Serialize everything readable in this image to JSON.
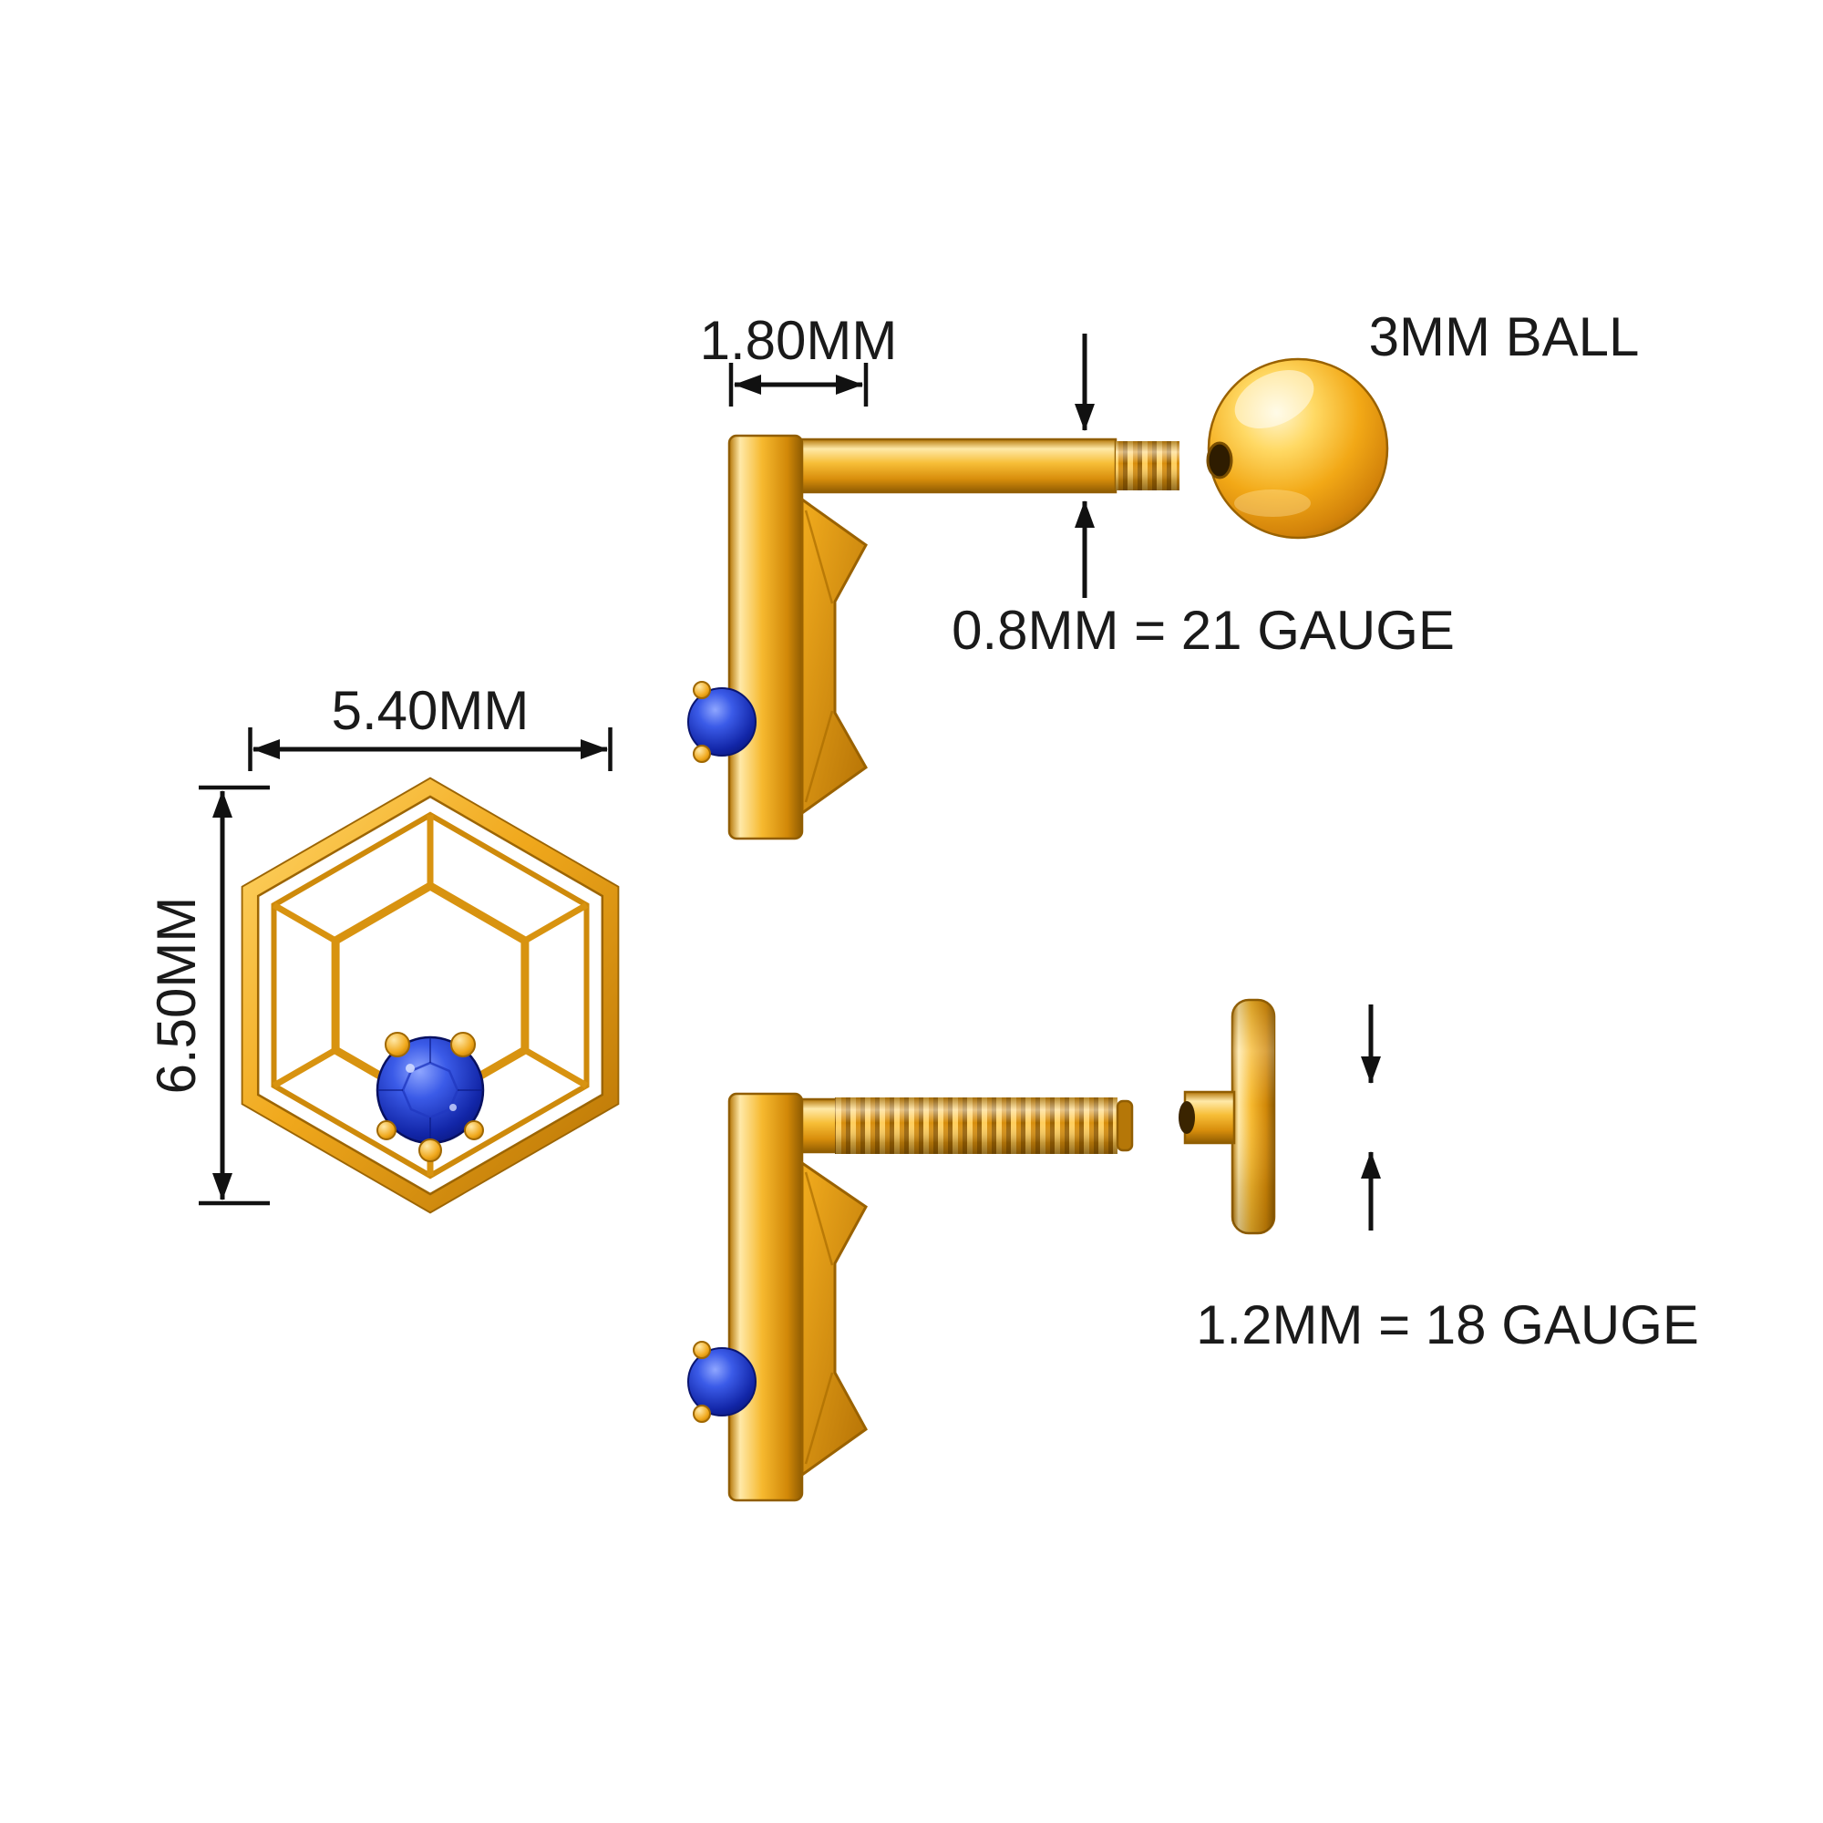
{
  "diagram": {
    "background": "#ffffff",
    "description": "Dimension diagram of a gold hexagon cage labret piercing stud with round blue sapphire, threaded post, ball end and flat disc back",
    "colors": {
      "gold": "#F0A81C",
      "gold_light": "#FFE9A8",
      "gold_dark": "#9C6203",
      "sapphire": "#1226A8",
      "dimension_lines": "#111111",
      "label_text": "#1a1a1a"
    },
    "front_view": {
      "width_label": "5.40MM",
      "height_label": "6.50MM"
    },
    "top_side_view": {
      "depth_label": "1.80MM",
      "ball_label": "3MM BALL",
      "post_gauge_label": "0.8MM = 21 GAUGE"
    },
    "bottom_side_view": {
      "post_gauge_label": "1.2MM = 18 GAUGE"
    }
  }
}
